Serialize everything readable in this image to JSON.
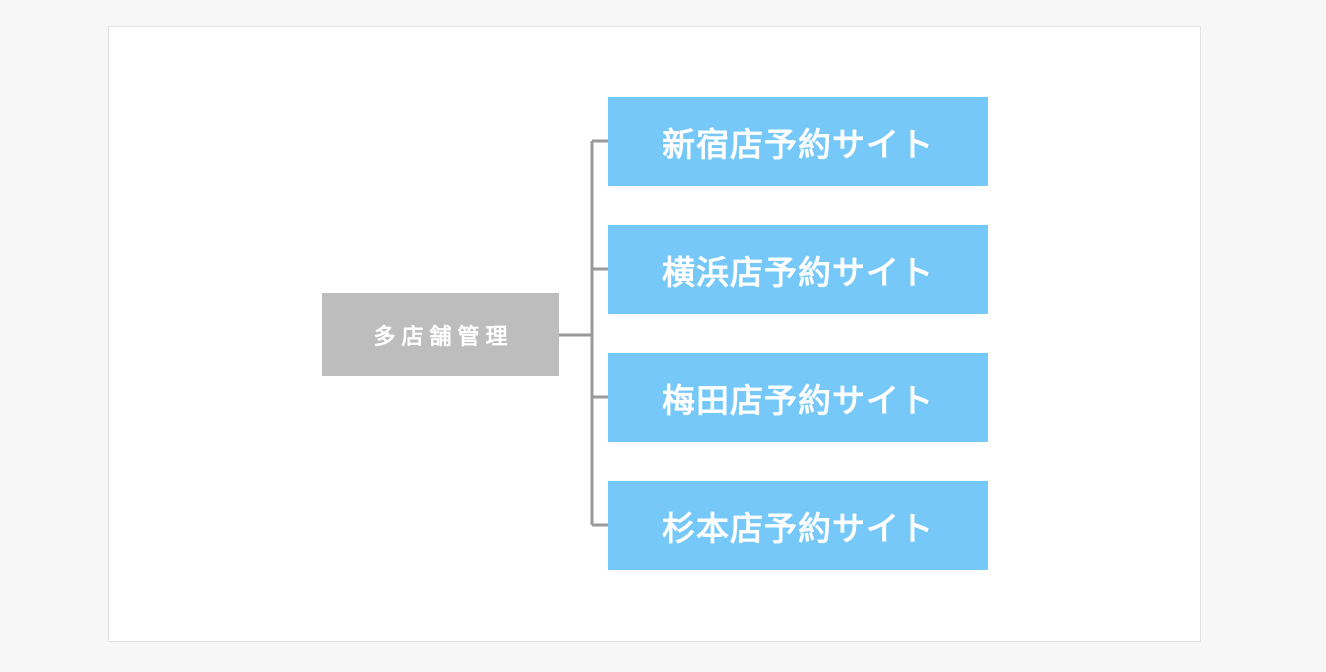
{
  "diagram": {
    "root": {
      "label": "多店舗管理"
    },
    "children": [
      {
        "label": "新宿店予約サイト"
      },
      {
        "label": "横浜店予約サイト"
      },
      {
        "label": "梅田店予約サイト"
      },
      {
        "label": "杉本店予約サイト"
      }
    ]
  },
  "colors": {
    "page_background": "#f7f7f7",
    "frame_background": "#ffffff",
    "root_fill": "#bdbdbd",
    "child_fill": "#76c8f8",
    "connector": "#9a9a9a",
    "text": "#ffffff"
  }
}
